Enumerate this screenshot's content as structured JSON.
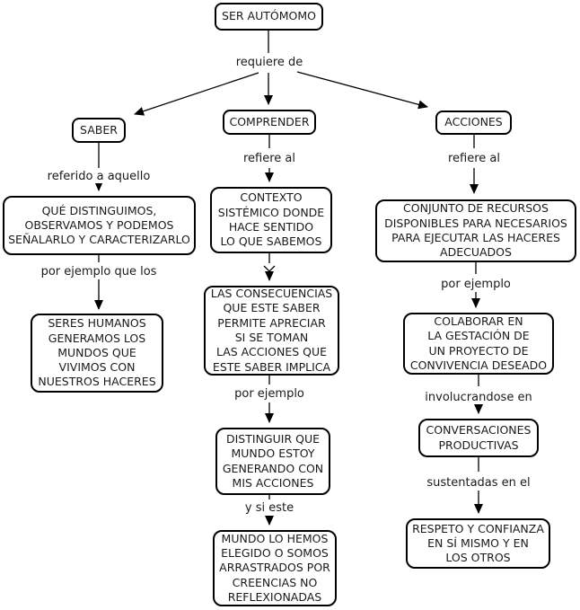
{
  "styles": {
    "background": "#ffffff",
    "node_fill": "#ffffff",
    "node_border": "#000000",
    "text_color": "#1a1a1a",
    "line_color": "#000000"
  },
  "nodes": {
    "ser_autonomo": "SER AUTÓMOMO",
    "saber": "SABER",
    "comprender": "COMPRENDER",
    "acciones": "ACCIONES",
    "que_distinguimos": "QUÉ DISTINGUIMOS,\nOBSERVAMOS Y PODEMOS\nSEÑALARLO Y CARACTERIZARLO",
    "seres_humanos": "SERES HUMANOS\nGENERAMOS LOS\nMUNDOS QUE\nVIVIMOS CON\nNUESTROS HACERES",
    "contexto": "CONTEXTO\nSISTÉMICO DONDE\nHACE SENTIDO\nLO QUE SABEMOS",
    "consecuencias": "LAS CONSECUENCIAS\nQUE ESTE SABER\nPERMITE APRECIAR\nSI SE TOMAN\nLAS ACCIONES  QUE\nESTE SABER IMPLICA",
    "distinguir": "DISTINGUIR QUE\nMUNDO ESTOY\nGENERANDO CON\nMIS ACCIONES",
    "mundo": "MUNDO LO HEMOS\nELEGIDO O SOMOS\nARRASTRADOS POR\nCREENCIAS NO\nREFLEXIONADAS",
    "conjunto": "CONJUNTO DE RECURSOS\nDISPONIBLES PARA NECESARIOS\nPARA EJECUTAR LAS HACERES\nADECUADOS",
    "colaborar": "COLABORAR EN\nLA GESTACIÓN DE\nUN PROYECTO DE\nCONVIVENCIA DESEADO",
    "conversaciones": "CONVERSACIONES\nPRODUCTIVAS",
    "respeto": "RESPETO Y CONFIANZA\nEN SÍ MISMO Y EN\nLOS OTROS"
  },
  "links": {
    "requiere_de": "requiere de",
    "referido_a_aquello": "referido a aquello",
    "refiere_al_comprender": "refiere al",
    "refiere_al_acciones": "refiere al",
    "por_ejemplo_que_los": "por ejemplo que los",
    "por_ejemplo_centro": "por ejemplo",
    "y_si_este": "y si este",
    "por_ejemplo_derecha": "por ejemplo",
    "involucrandose_en": "involucrandose en",
    "sustentadas_en_el": "sustentadas en el"
  }
}
